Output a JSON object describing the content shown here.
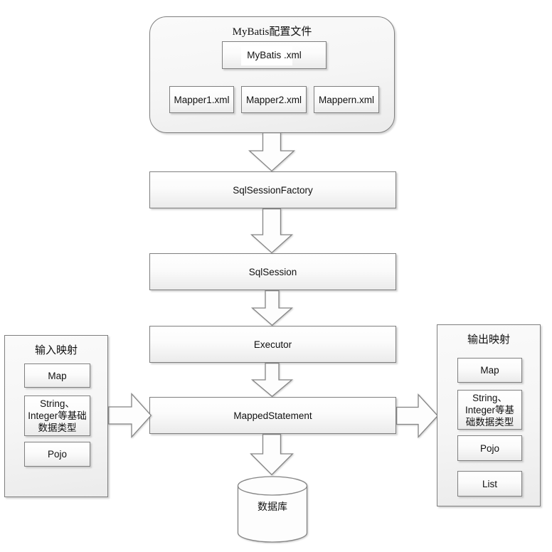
{
  "config": {
    "title": "MyBatis配置文件",
    "main_file": "MyBatis .xml",
    "mappers": [
      "Mapper1.xml",
      "Mapper2.xml",
      "Mappern.xml"
    ]
  },
  "flow": {
    "factory": "SqlSessionFactory",
    "session": "SqlSession",
    "executor": "Executor",
    "mapped_statement": "MappedStatement",
    "database": "数据库"
  },
  "input_mapping": {
    "title": "输入映射",
    "items": [
      "Map",
      "String、Integer等基础数据类型",
      "Pojo"
    ]
  },
  "output_mapping": {
    "title": "输出映射",
    "items": [
      "Map",
      "String、Integer等基础数据类型",
      "Pojo",
      "List"
    ]
  },
  "colors": {
    "background": "#ffffff",
    "box_border": "#7f7f7f",
    "box_fill_top": "#ffffff",
    "box_fill_bottom": "#ececec",
    "arrow_fill": "#fdfdfd",
    "text": "#111111"
  }
}
